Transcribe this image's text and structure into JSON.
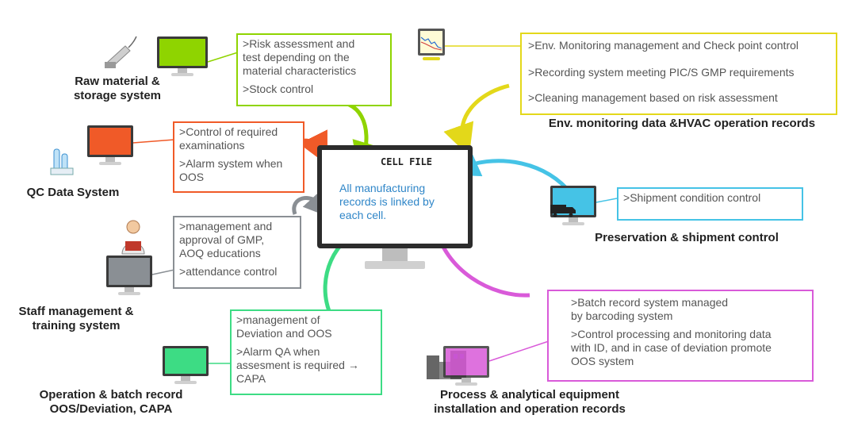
{
  "center": {
    "title": "CELL FILE",
    "text": [
      "All manufacturing",
      "records is linked by",
      "each cell."
    ]
  },
  "colors": {
    "raw": "#8fd400",
    "qc": "#f05a28",
    "staff": "#8a8f94",
    "operation": "#3ddc84",
    "env": "#e3d81a",
    "shipment": "#45c3e6",
    "process": "#d95ad9"
  },
  "nodes": {
    "raw": {
      "label": [
        "Raw material &",
        "storage system"
      ],
      "icon": "barcode-scanner-icon",
      "lines": [
        "Risk assessment and",
        "test depending on the",
        "material characteristics",
        "Stock control"
      ]
    },
    "qc": {
      "label": [
        "QC Data System"
      ],
      "icon": "test-tubes-icon",
      "lines": [
        "Control of required",
        "examinations",
        "Alarm system when",
        "OOS"
      ]
    },
    "staff": {
      "label": [
        "Staff management &",
        "training system"
      ],
      "icon": "staff-person-icon",
      "lines": [
        "management and",
        "approval of GMP,",
        "AOQ educations",
        "attendance control"
      ]
    },
    "operation": {
      "label": [
        "Operation & batch record",
        "OOS/Deviation, CAPA"
      ],
      "lines": [
        "management of",
        "Deviation and OOS",
        "Alarm QA when",
        "assesment is required →",
        "CAPA"
      ]
    },
    "env": {
      "label": [
        "Env. monitoring data &HVAC operation records"
      ],
      "icon": "chart-screen-icon",
      "lines": [
        "Env. Monitoring management and Check point control",
        "Recording system meeting PIC/S GMP requirements",
        "Cleaning management based on risk assessment"
      ]
    },
    "shipment": {
      "label": [
        "Preservation & shipment control"
      ],
      "icon": "truck-icon",
      "lines": [
        "Shipment condition control"
      ]
    },
    "process": {
      "label": [
        "Process & analytical equipment",
        "installation and operation records"
      ],
      "icon": "machinery-icon",
      "lines": [
        "Batch record system managed",
        "by barcoding system",
        "Control processing and monitoring data",
        "with ID, and in case of deviation promote",
        "OOS system"
      ]
    }
  }
}
